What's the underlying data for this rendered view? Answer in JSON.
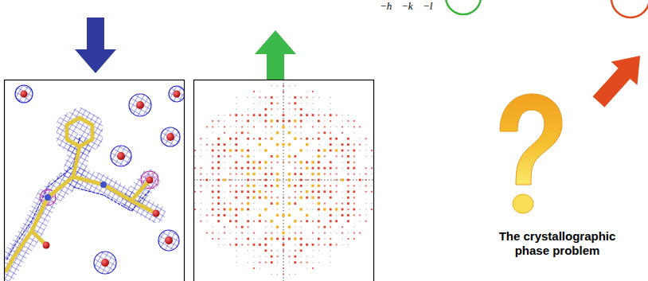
{
  "diagram": {
    "labels": [
      "−h",
      "−k",
      "−l",
      "The crystallographic phase problem"
    ]
  }
}
